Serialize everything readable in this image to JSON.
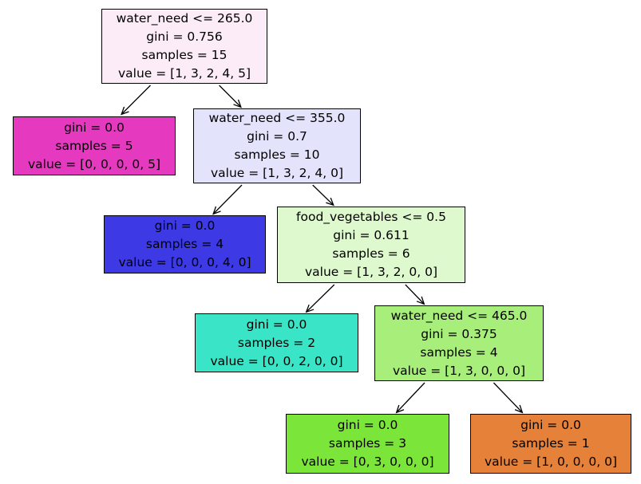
{
  "figure": {
    "background": "#ffffff",
    "edge_color": "#000000",
    "border_color": "#000000",
    "text_color": "#000000"
  },
  "tree": {
    "nodes": {
      "root": {
        "condition": "water_need <= 265.0",
        "gini": "gini = 0.756",
        "samples": "samples = 15",
        "value": "value = [1, 3, 2, 4, 5]",
        "fill": "#fcecf8"
      },
      "leaf_magenta": {
        "gini": "gini = 0.0",
        "samples": "samples = 5",
        "value": "value = [0, 0, 0, 0, 5]",
        "fill": "#e539c0"
      },
      "split_355": {
        "condition": "water_need <= 355.0",
        "gini": "gini = 0.7",
        "samples": "samples = 10",
        "value": "value = [1, 3, 2, 4, 0]",
        "fill": "#e3e3fb"
      },
      "leaf_blue": {
        "gini": "gini = 0.0",
        "samples": "samples = 4",
        "value": "value = [0, 0, 0, 4, 0]",
        "fill": "#3c39e5"
      },
      "split_food": {
        "condition": "food_vegetables <= 0.5",
        "gini": "gini = 0.611",
        "samples": "samples = 6",
        "value": "value = [1, 3, 2, 0, 0]",
        "fill": "#def9ce"
      },
      "leaf_teal": {
        "gini": "gini = 0.0",
        "samples": "samples = 2",
        "value": "value = [0, 0, 2, 0, 0]",
        "fill": "#39e5c6"
      },
      "split_465": {
        "condition": "water_need <= 465.0",
        "gini": "gini = 0.375",
        "samples": "samples = 4",
        "value": "value = [1, 3, 0, 0, 0]",
        "fill": "#a7ee7b"
      },
      "leaf_green": {
        "gini": "gini = 0.0",
        "samples": "samples = 3",
        "value": "value = [0, 3, 0, 0, 0]",
        "fill": "#7be539"
      },
      "leaf_orange": {
        "gini": "gini = 0.0",
        "samples": "samples = 1",
        "value": "value = [1, 0, 0, 0, 0]",
        "fill": "#e58139"
      }
    }
  }
}
